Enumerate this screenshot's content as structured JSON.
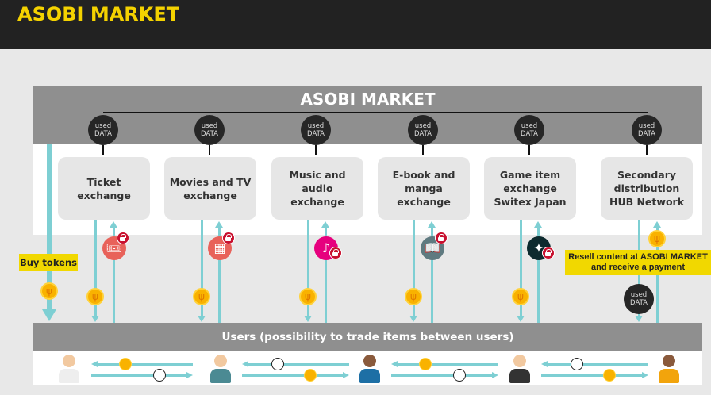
{
  "header": {
    "title": "ASOBI MARKET"
  },
  "market": {
    "title": "ASOBI MARKET",
    "used_data": [
      "used",
      "DATA"
    ]
  },
  "exchanges": [
    {
      "label": "Ticket exchange",
      "icon": "ticket-icon"
    },
    {
      "label": "Movies and TV exchange",
      "icon": "film-icon"
    },
    {
      "label": "Music and audio exchange",
      "icon": "music-note-icon"
    },
    {
      "label": "E-book and manga exchange",
      "icon": "book-icon"
    },
    {
      "label": "Game item exchange Switex Japan",
      "icon": "crystal-sword-icon"
    },
    {
      "label": "Secondary distribution HUB Network",
      "icon": null
    }
  ],
  "callouts": {
    "buy_tokens": "Buy tokens",
    "resell": "Resell content at ASOBI MARKET and receive a payment"
  },
  "users_bar": "Users (possibility to trade items between users)",
  "colors": {
    "accent_yellow": "#f1d800",
    "teal": "#7ecfd3",
    "band_gray": "#8f8f8f",
    "coin": "#f9b200",
    "lock_red": "#c8102e"
  }
}
